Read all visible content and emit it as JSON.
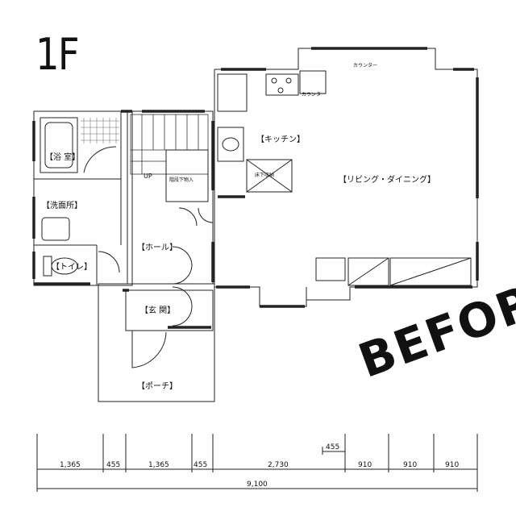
{
  "floor_label": "1F",
  "stamp": "BEFORE",
  "rooms": {
    "bath": "【浴 室】",
    "washroom": "【洗面所】",
    "toilet": "【トイレ】",
    "hall": "【ホール】",
    "entrance": "【玄 関】",
    "porch": "【ポーチ】",
    "kitchen": "【キッチン】",
    "living": "【リビング・ダイニング】"
  },
  "small_labels": {
    "up": "UP",
    "under_stair": "階段下物入",
    "floor_storage": "床下収納",
    "counter_top": "カウンター",
    "counter_side": "カウンター"
  },
  "dimensions": {
    "segments": [
      "1,365",
      "455",
      "1,365",
      "455",
      "2,730",
      "910",
      "910",
      "910"
    ],
    "total": "9,100",
    "offset": "455"
  }
}
